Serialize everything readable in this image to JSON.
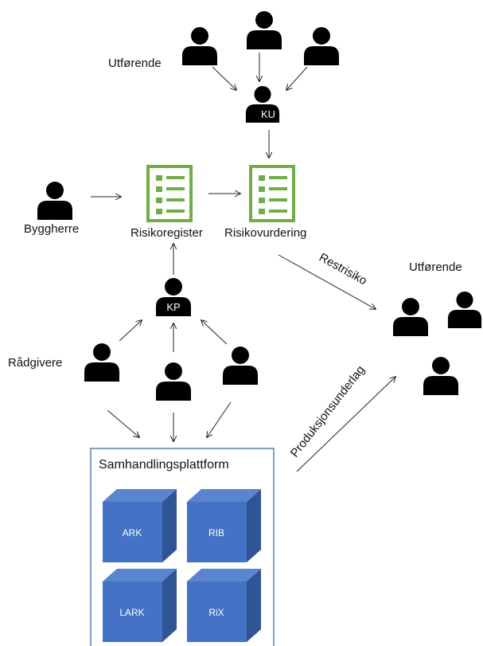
{
  "labels": {
    "utforende_top": "Utførende",
    "ku": "KU",
    "byggherre": "Byggherre",
    "risikoregister": "Risikoregister",
    "risikovurdering": "Risikovurdering",
    "restrisiko": "Restrisiko",
    "utforende_right": "Utførende",
    "kp": "KP",
    "radgivere": "Rådgivere",
    "produksjonsunderlag": "Produksjonsunderlag",
    "platform": "Samhandlingsplattform"
  },
  "cubes": [
    "ARK",
    "RIB",
    "LARK",
    "RiX"
  ],
  "icons": {
    "person": "person-icon",
    "checklist": "checklist-document-icon",
    "cube": "model-cube-icon"
  },
  "colors": {
    "person": "#000000",
    "document": "#70ad47",
    "cube_front": "#4472c4",
    "cube_top": "#5b84cf",
    "cube_side": "#2f5597",
    "platform_border": "#5b7fae"
  }
}
